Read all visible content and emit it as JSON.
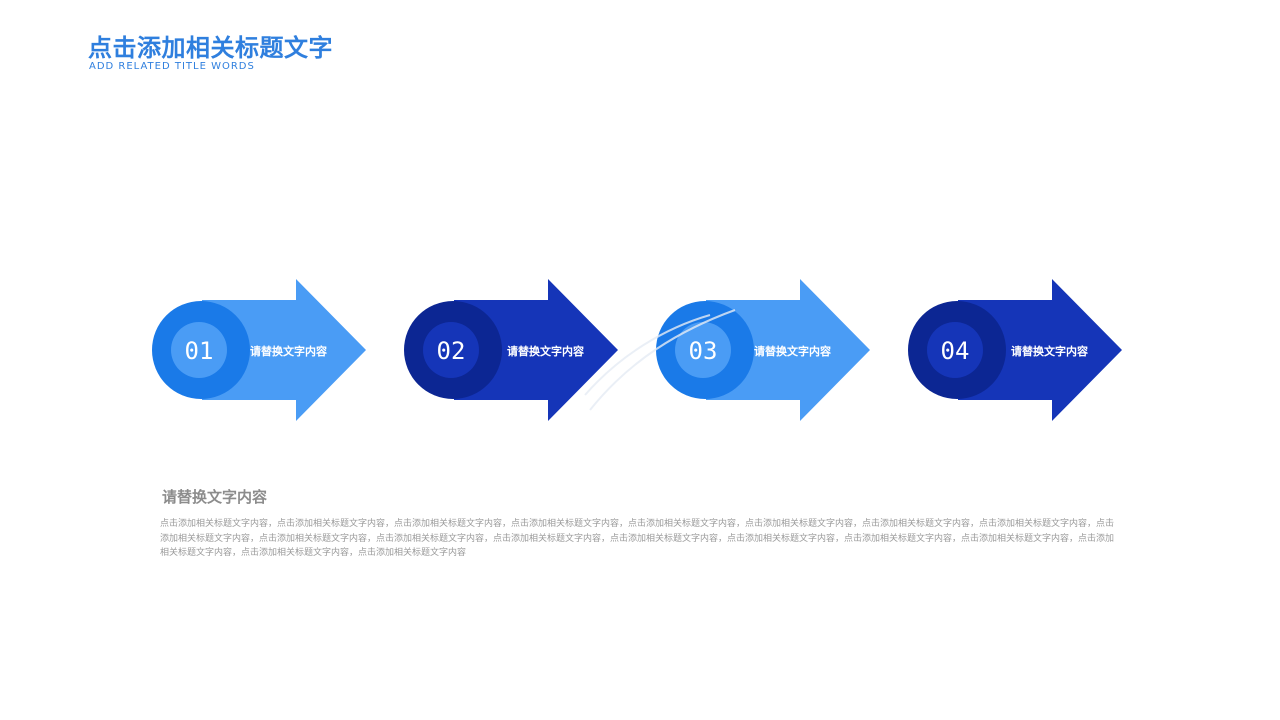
{
  "header": {
    "title": "点击添加相关标题文字",
    "subtitle": "ADD RELATED TITLE WORDS"
  },
  "steps": [
    {
      "number": "01",
      "label": "请替换文字内容",
      "theme": "light"
    },
    {
      "number": "02",
      "label": "请替换文字内容",
      "theme": "dark"
    },
    {
      "number": "03",
      "label": "请替换文字内容",
      "theme": "light"
    },
    {
      "number": "04",
      "label": "请替换文字内容",
      "theme": "dark"
    }
  ],
  "themes": {
    "light": {
      "arrow": "#4a9cf5",
      "outer": "#1a7ae8",
      "inner": "#4a9cf5"
    },
    "dark": {
      "arrow": "#1535b8",
      "outer": "#0c2693",
      "inner": "#1535b8"
    }
  },
  "content": {
    "heading": "请替换文字内容",
    "body": "点击添加相关标题文字内容，点击添加相关标题文字内容，点击添加相关标题文字内容，点击添加相关标题文字内容，点击添加相关标题文字内容，点击添加相关标题文字内容，点击添加相关标题文字内容，点击添加相关标题文字内容，点击添加相关标题文字内容，点击添加相关标题文字内容，点击添加相关标题文字内容，点击添加相关标题文字内容，点击添加相关标题文字内容，点击添加相关标题文字内容，点击添加相关标题文字内容，点击添加相关标题文字内容，点击添加相关标题文字内容，点击添加相关标题文字内容，点击添加相关标题文字内容"
  }
}
